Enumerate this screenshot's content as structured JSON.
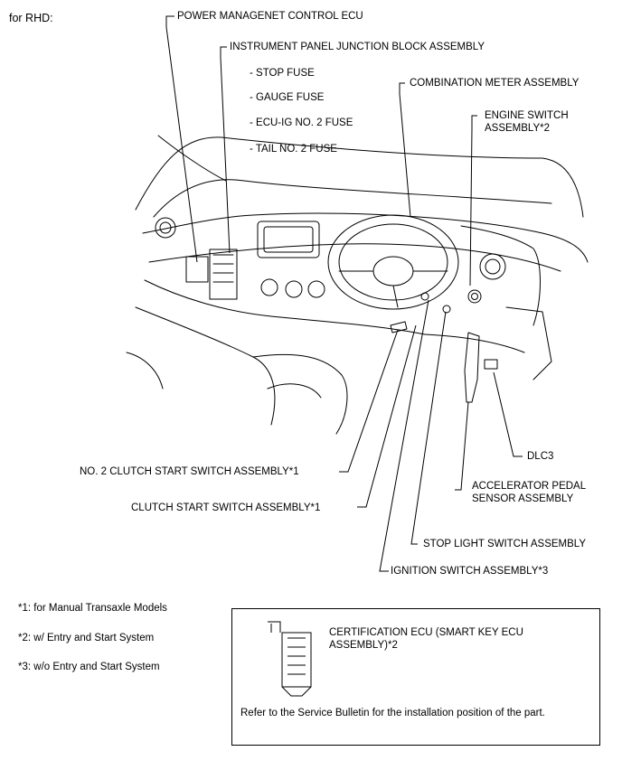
{
  "header": {
    "title": "for RHD:"
  },
  "callouts": {
    "power_mgmt_ecu": "POWER MANAGENET CONTROL ECU",
    "ip_junction_block": "INSTRUMENT PANEL JUNCTION BLOCK ASSEMBLY",
    "fuses": [
      "- STOP FUSE",
      "- GAUGE FUSE",
      "- ECU-IG NO. 2 FUSE",
      "- TAIL NO. 2 FUSE"
    ],
    "combination_meter": "COMBINATION METER ASSEMBLY",
    "engine_switch": [
      "ENGINE SWITCH",
      "ASSEMBLY*2"
    ],
    "dlc3": "DLC3",
    "accelerator_pedal": [
      "ACCELERATOR PEDAL",
      "SENSOR ASSEMBLY"
    ],
    "no2_clutch_start": "NO. 2 CLUTCH START SWITCH ASSEMBLY*1",
    "clutch_start": "CLUTCH START SWITCH ASSEMBLY*1",
    "stop_light_switch": "STOP LIGHT SWITCH ASSEMBLY",
    "ignition_switch": "IGNITION SWITCH ASSEMBLY*3"
  },
  "footnotes": [
    "*1: for Manual Transaxle Models",
    "*2: w/ Entry and Start System",
    "*3: w/o Entry and Start System"
  ],
  "inset": {
    "title": "CERTIFICATION ECU (SMART KEY ECU ASSEMBLY)*2",
    "note": "Refer to the Service Bulletin for the installation position of the part."
  }
}
